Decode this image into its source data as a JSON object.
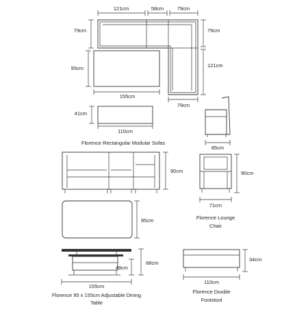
{
  "dimensions": {
    "sofa_top_width_a": "121cm",
    "sofa_top_width_b": "58cm",
    "sofa_top_width_c": "79cm",
    "sofa_left_depth": "79cm",
    "sofa_right_depth": "79cm",
    "sofa_right_length": "121cm",
    "table_depth": "95cm",
    "table_width": "155cm",
    "sofa_bottom_width": "79cm",
    "stool_depth": "41cm",
    "stool_width": "110cm",
    "chair_side_width": "85cm",
    "sofa_height": "90cm",
    "chair_height": "90cm",
    "chair_front_width": "71cm",
    "table_front_depth": "95cm",
    "dining_height_high": "68cm",
    "dining_height_low": "48cm",
    "dining_width": "155cm",
    "footstool_height": "34cm",
    "footstool_width": "110cm"
  },
  "captions": {
    "modular_sofas": "Florence Rectangular Modular Sofas",
    "lounge_chair_line1": "Florence Lounge",
    "lounge_chair_line2": "Chair",
    "dining_table_line1": "Florence 95 x 155cm Adjustable Dining",
    "dining_table_line2": "Table",
    "footstool_line1": "Florence Double",
    "footstool_line2": "Footstool"
  }
}
